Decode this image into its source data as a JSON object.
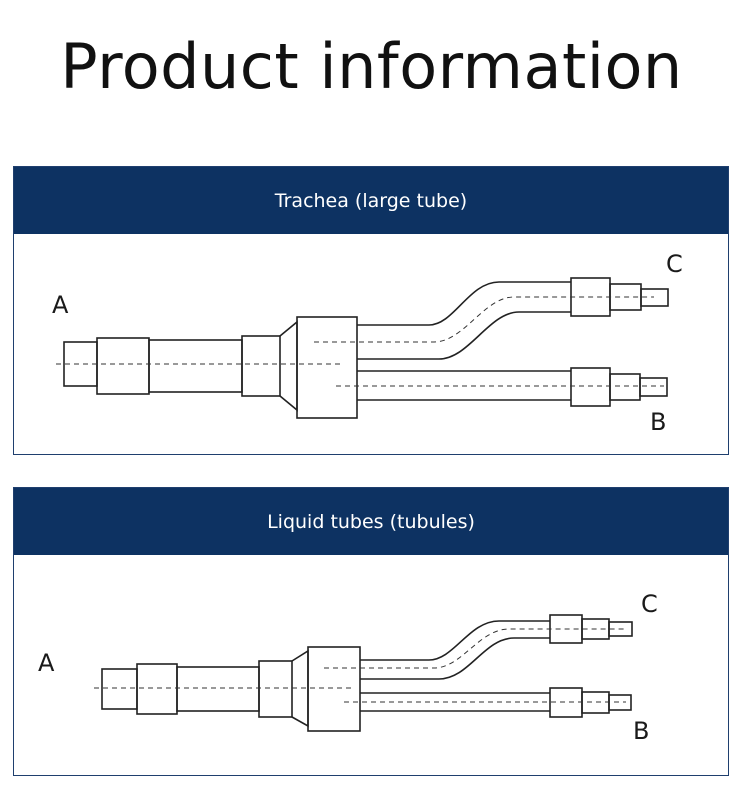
{
  "page": {
    "title": "Product information"
  },
  "colors": {
    "header_bg": "#0d3262",
    "line": "#222222"
  },
  "panels": [
    {
      "header": "Trachea (large tube)",
      "labels": {
        "a": "A",
        "b": "B",
        "c": "C"
      }
    },
    {
      "header": "Liquid tubes (tubules)",
      "labels": {
        "a": "A",
        "b": "B",
        "c": "C"
      }
    }
  ]
}
